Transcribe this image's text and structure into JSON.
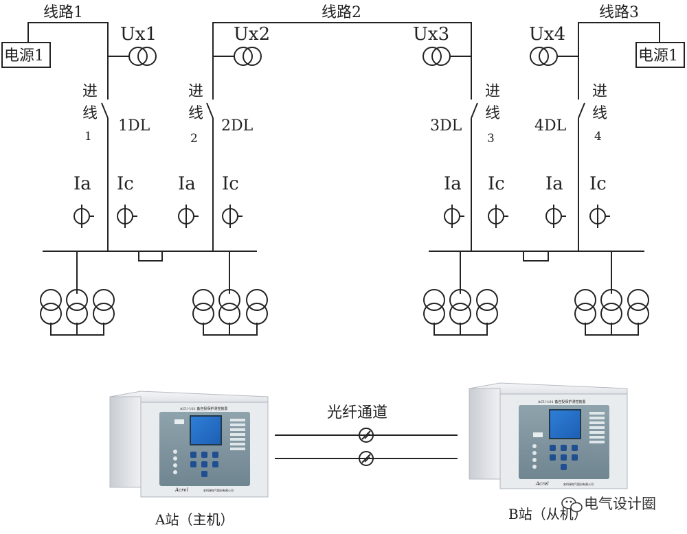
{
  "lines": [
    "线路1",
    "线路2",
    "线路3"
  ],
  "sources": [
    "电源1",
    "电源1"
  ],
  "vts": [
    "Ux1",
    "Ux2",
    "Ux3",
    "Ux4"
  ],
  "incomers": [
    {
      "word1": "进",
      "word2": "线",
      "num": "1",
      "breaker": "1DL"
    },
    {
      "word1": "进",
      "word2": "线",
      "num": "2",
      "breaker": "2DL"
    },
    {
      "word1": "进",
      "word2": "线",
      "num": "3",
      "breaker": "3DL"
    },
    {
      "word1": "进",
      "word2": "线",
      "num": "4",
      "breaker": "4DL"
    }
  ],
  "ct_labels": [
    "Ia",
    "Ic"
  ],
  "fiber_label": "光纤通道",
  "station_a": "A站（主机）",
  "station_b": "B站（从机）",
  "watermark": "电气设计圈",
  "device": {
    "title_a": "ACU-101 备自投保护测控装置",
    "title_b": "ACU-101 备自投保护测控装置",
    "brand": "Acrel",
    "footer": "安科瑞电气股份有限公司"
  }
}
